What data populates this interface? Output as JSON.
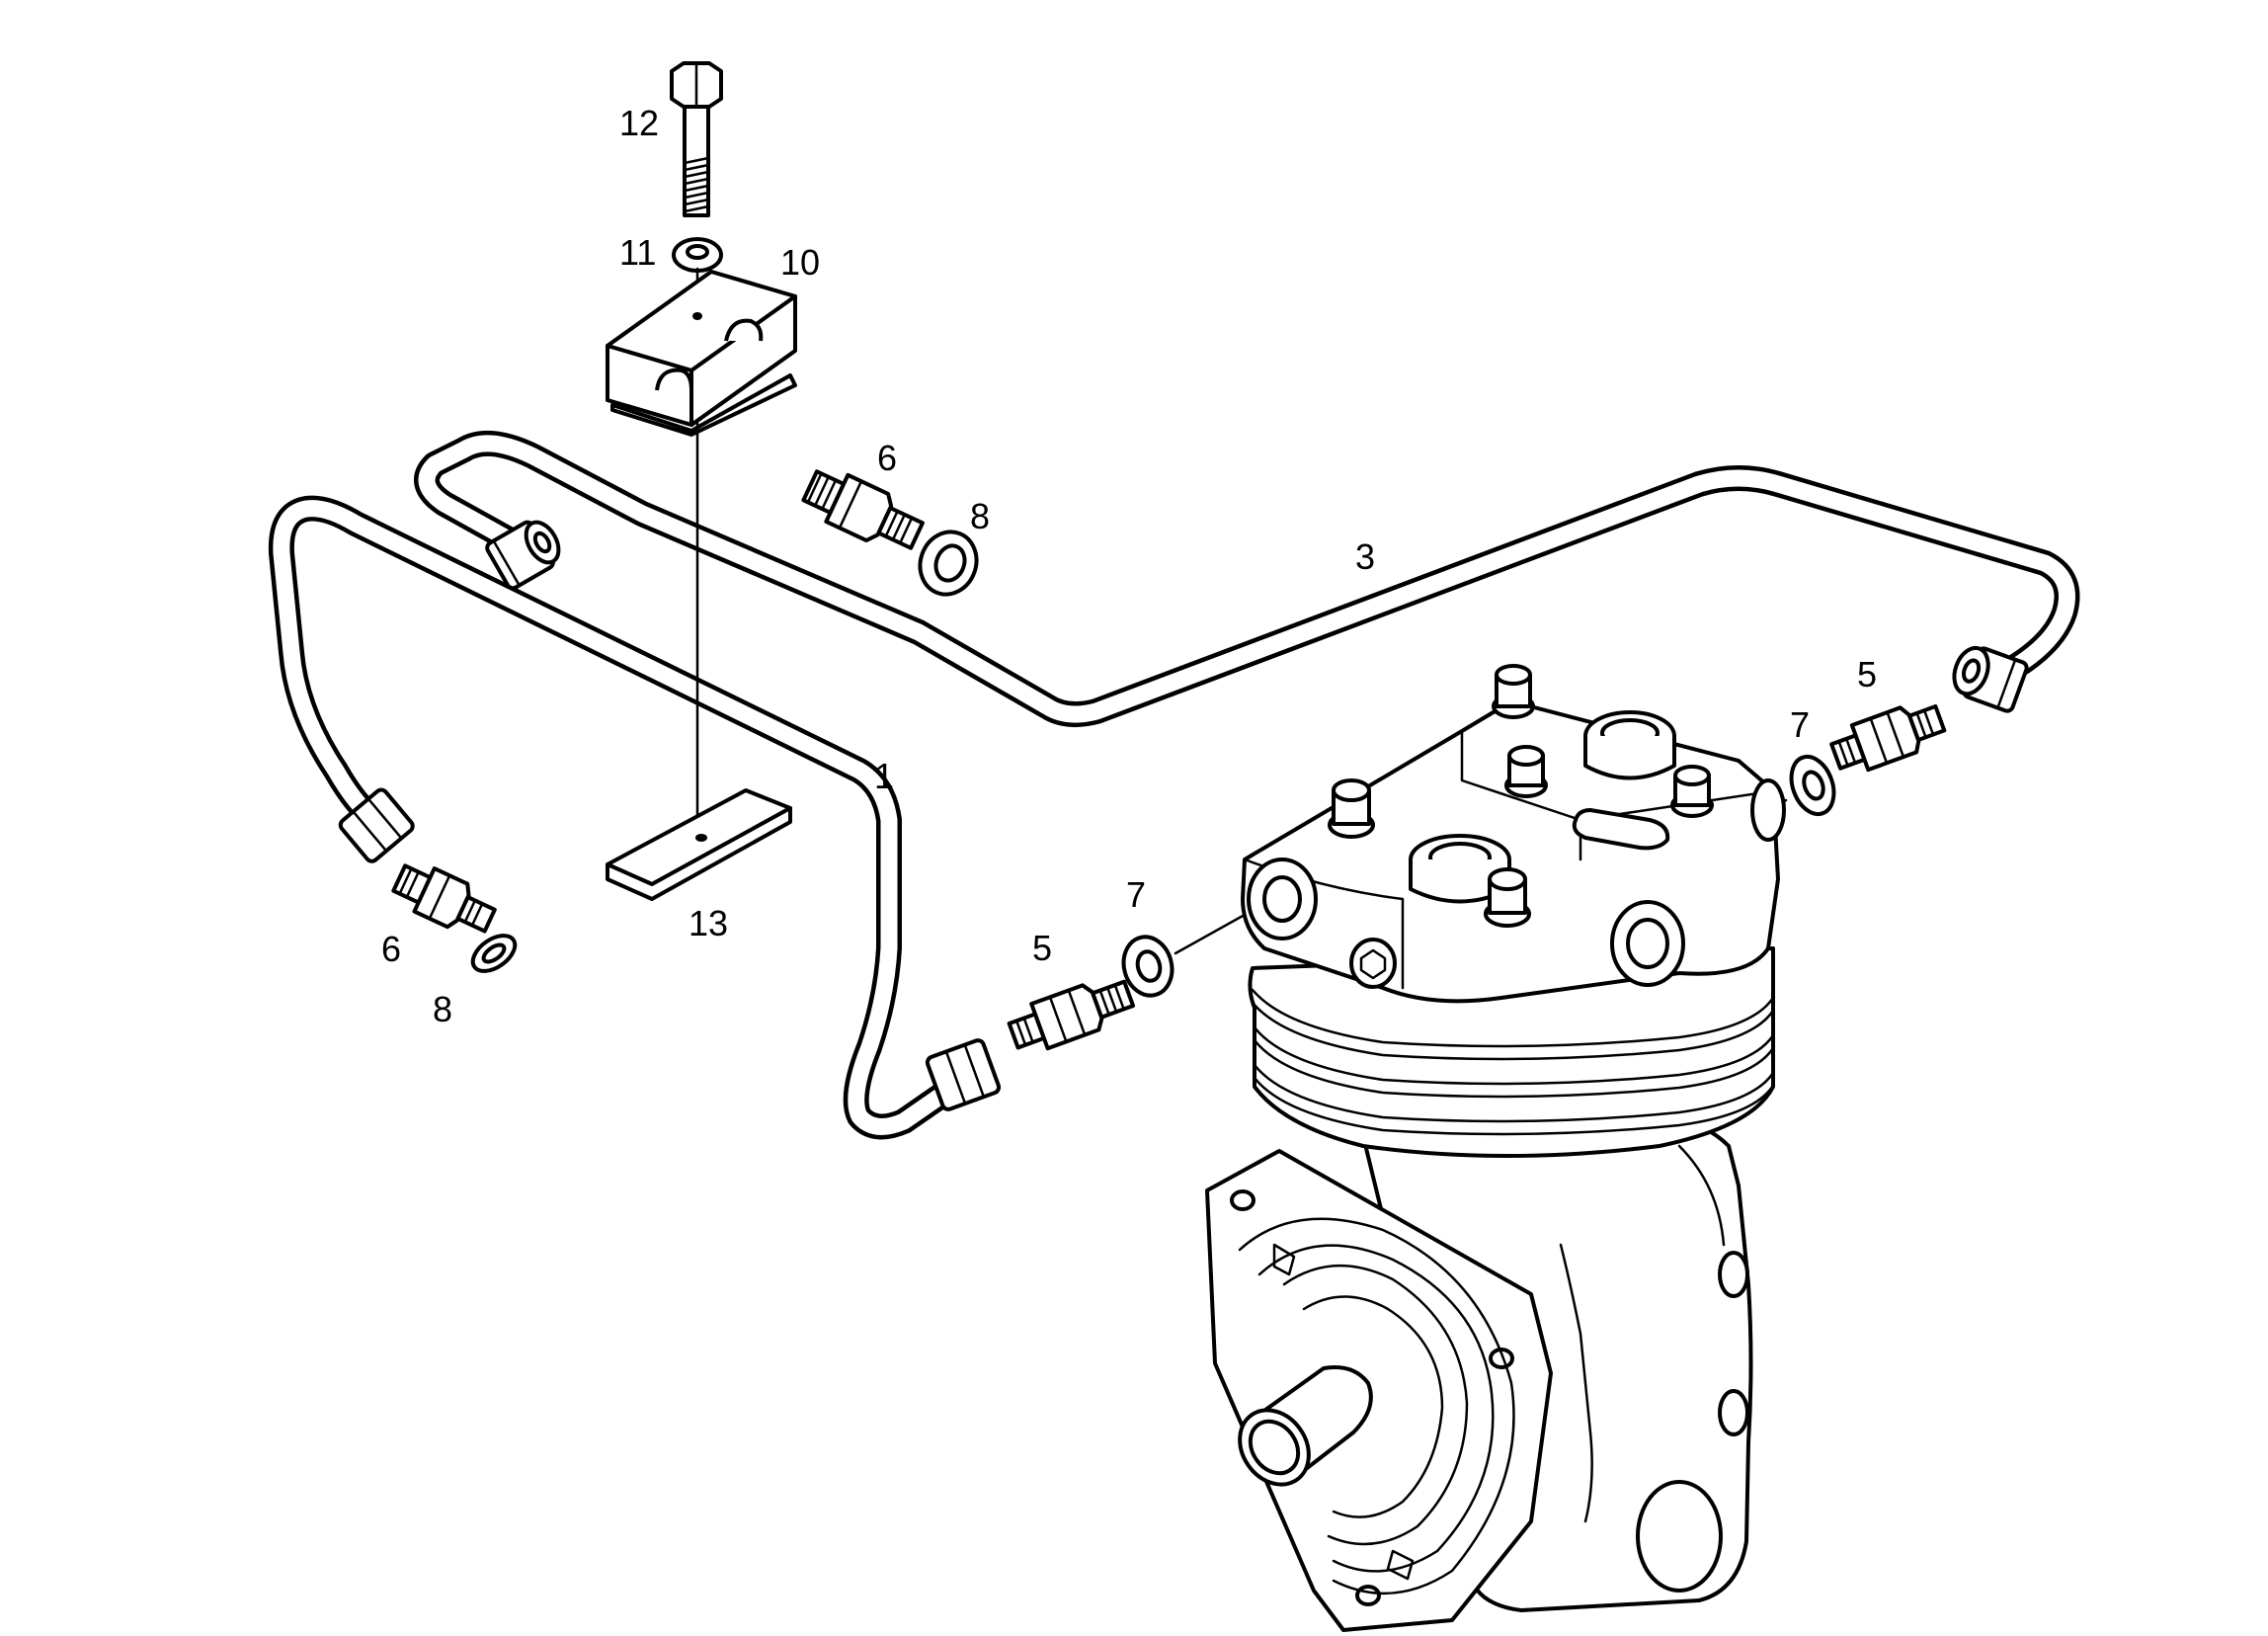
{
  "callouts": {
    "c1": "1",
    "c3": "3",
    "c5a": "5",
    "c5b": "5",
    "c6a": "6",
    "c6b": "6",
    "c7a": "7",
    "c7b": "7",
    "c8a": "8",
    "c8b": "8",
    "c10": "10",
    "c11": "11",
    "c12": "12",
    "c13": "13"
  }
}
